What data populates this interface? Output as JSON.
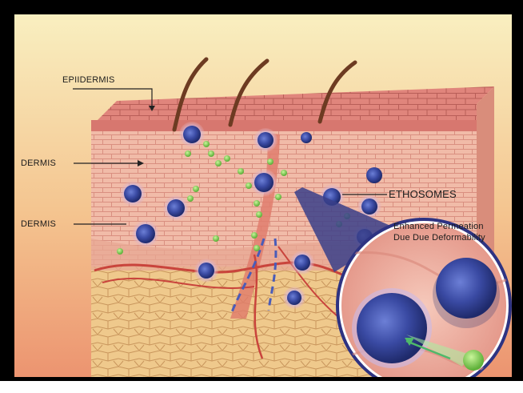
{
  "labels": {
    "epidermis": "EPIIDERMIS",
    "dermis_upper": "DERMIS",
    "dermis_lower": "DERMIS",
    "ethosomes": "ETHOSOMES",
    "permeation_line1": "Enhanced Permeation",
    "permeation_line2": "Due Due Deformability"
  },
  "colors": {
    "background_top": "#f7e9b4",
    "background_bottom": "#ef9c74",
    "epidermis": "#d9766f",
    "dermis": "#efb7a5",
    "hypodermis": "#edc98a",
    "ethosome": "#3b4fa8",
    "particle": "#7fd35a",
    "vessel": "#c9443c",
    "frame": "#000000"
  }
}
